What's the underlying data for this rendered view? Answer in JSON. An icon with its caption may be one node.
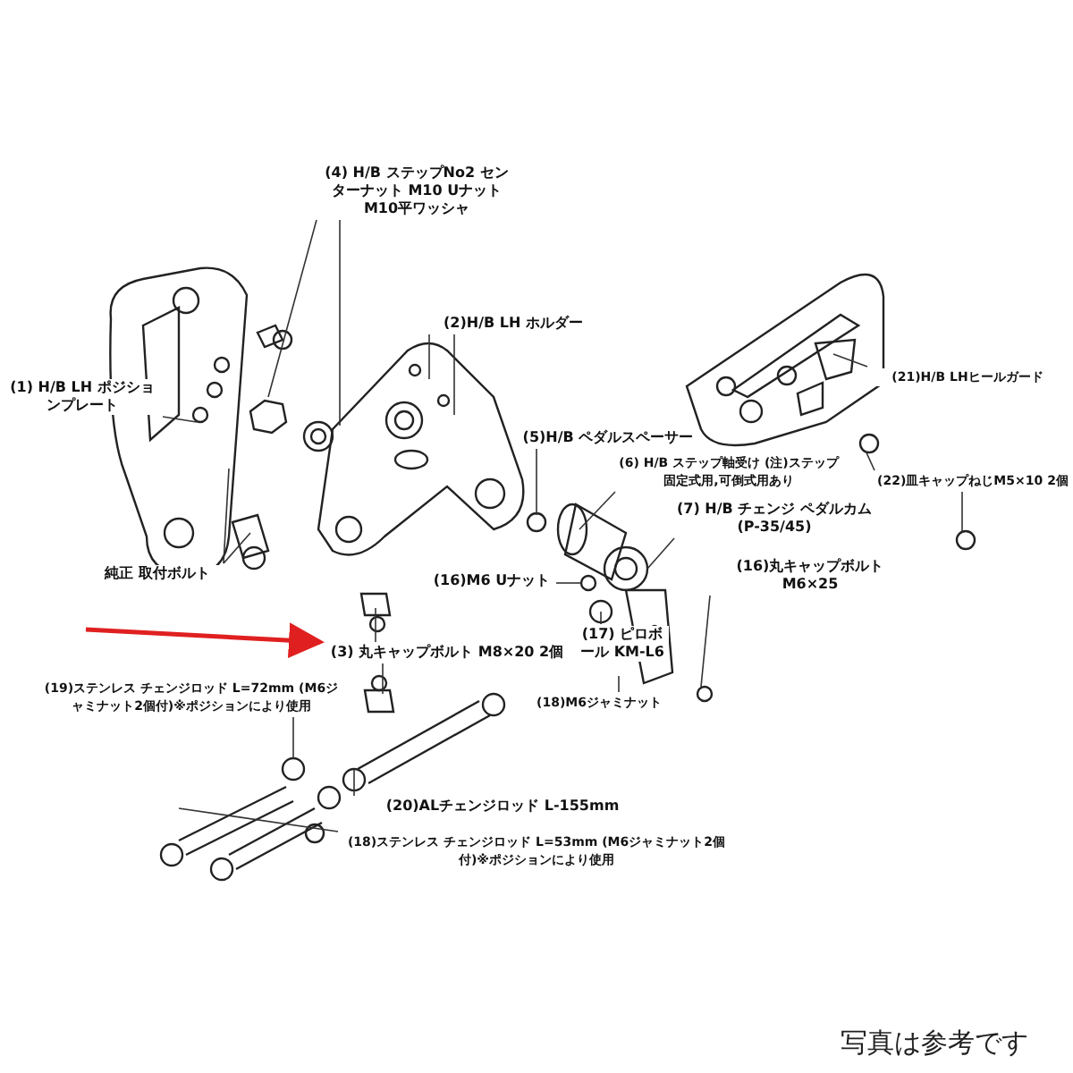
{
  "diagram": {
    "nodes": [
      {
        "text": [
          "(4) H/B ステップNo2 センターナット M10 Uナット M10平ワッシャ"
        ]
      },
      {
        "text": [
          "(2)H/B LH ホルダー"
        ]
      },
      {
        "text": [
          "(21)H/B LHヒールガード"
        ]
      },
      {
        "text": [
          "(1) H/B LH ポジションプレート"
        ]
      },
      {
        "text": [
          "純正 取付ボルト"
        ]
      },
      {
        "text": [
          "(5)H/B ペダルスペーサー"
        ]
      },
      {
        "text": [
          "(22)皿キャップねじM5×10 2個"
        ]
      },
      {
        "text": [
          "(6) H/B ステップ軸受け (注)ステップ固定式用,可倒式用あり"
        ]
      },
      {
        "text": [
          "(7) H/B チェンジ ペダルカム (P-35/45)"
        ]
      },
      {
        "text": [
          "(16)M6 Uナット"
        ]
      },
      {
        "text": [
          "(16)丸キャップボルト M6×25"
        ]
      },
      {
        "text": [
          "(17) ピロボール KM-L6"
        ]
      },
      {
        "text": [
          "(18)M6ジャミナット"
        ]
      },
      {
        "text": [
          "(3) 丸キャップボルト M8×20 2個"
        ]
      },
      {
        "text": [
          "(19)ステンレス チェンジロッド L=72mm (M6ジャミナット2個付)※ポジションにより使用"
        ]
      },
      {
        "text": [
          "(20)ALチェンジロッド L-155mm"
        ]
      },
      {
        "text": [
          "(18)ステンレス チェンジロッド L=53mm (M6ジャミナット2個付)※ポジションにより使用"
        ]
      }
    ],
    "edges": [
      {
        "from": 0,
        "to": null,
        "arrow": "none"
      },
      {
        "from": 0,
        "to": null,
        "arrow": "none"
      },
      {
        "from": 1,
        "to": null,
        "arrow": "none"
      },
      {
        "from": 1,
        "to": null,
        "arrow": "none"
      },
      {
        "from": 2,
        "to": null,
        "arrow": "none"
      },
      {
        "from": 3,
        "to": null,
        "arrow": "none"
      },
      {
        "from": 4,
        "to": null,
        "arrow": "none"
      },
      {
        "from": 4,
        "to": null,
        "arrow": "none"
      },
      {
        "from": 5,
        "to": null,
        "arrow": "none"
      },
      {
        "from": 6,
        "to": null,
        "arrow": "none"
      },
      {
        "from": 6,
        "to": null,
        "arrow": "none"
      },
      {
        "from": 7,
        "to": null,
        "arrow": "none"
      },
      {
        "from": 8,
        "to": null,
        "arrow": "none"
      },
      {
        "from": 9,
        "to": null,
        "arrow": "none"
      },
      {
        "from": 10,
        "to": null,
        "arrow": "none"
      },
      {
        "from": 11,
        "to": null,
        "arrow": "none"
      },
      {
        "from": 12,
        "to": null,
        "arrow": "none"
      },
      {
        "from": 13,
        "to": null,
        "arrow": "none"
      },
      {
        "from": 13,
        "to": null,
        "arrow": "none"
      },
      {
        "from": 14,
        "to": null,
        "arrow": "none"
      },
      {
        "from": 15,
        "to": null,
        "arrow": "none"
      },
      {
        "from": 16,
        "to": null,
        "arrow": "none"
      },
      {
        "from": null,
        "to": 13,
        "arrow": "to",
        "style": "thick",
        "color": "#e02020"
      }
    ],
    "labels": [
      "写真は参考です"
    ]
  }
}
